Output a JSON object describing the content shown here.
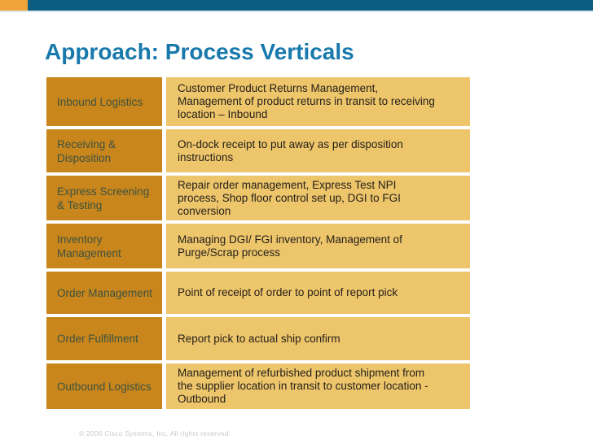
{
  "slide": {
    "title": "Approach: Process Verticals",
    "footer": "© 2006 Cisco Systems, Inc. All rights reserved."
  },
  "colors": {
    "top_bar": "#0B5E81",
    "top_bar_accent": "#F0A439",
    "title_text": "#1879AC",
    "label_cell_bg": "#C8861C",
    "label_cell_text": "#3E5240",
    "desc_cell_bg": "#EDC56B",
    "desc_cell_text": "#26211A",
    "footer_text": "#C7CACC"
  },
  "table": {
    "rows": [
      {
        "label": "Inbound Logistics",
        "description": "Customer Product Returns Management, Management of product returns in transit to receiving location  –  Inbound"
      },
      {
        "label": "Receiving & Disposition",
        "description": "On-dock receipt to put away as per disposition instructions"
      },
      {
        "label": "Express Screening & Testing",
        "description": "Repair order management, Express Test NPI process, Shop floor control set up,  DGI to FGI conversion"
      },
      {
        "label": "Inventory Management",
        "description": "Managing DGI/ FGI inventory, Management of Purge/Scrap process"
      },
      {
        "label": "Order Management",
        "description": "Point of receipt of order to point of report pick"
      },
      {
        "label": "Order Fulfillment",
        "description": "Report pick to actual ship confirm"
      },
      {
        "label": "Outbound Logistics",
        "description": "Management of refurbished product shipment from the supplier location in transit to customer location - Outbound"
      }
    ]
  }
}
